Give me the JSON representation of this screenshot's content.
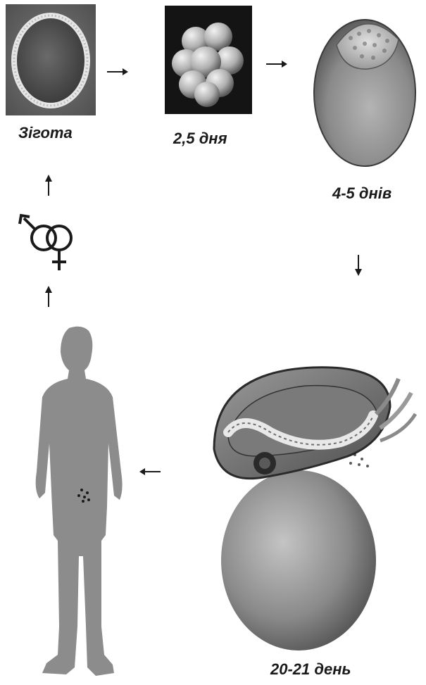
{
  "stages": [
    {
      "id": "zygote",
      "label": "Зігота"
    },
    {
      "id": "cleavage",
      "label": "2,5 дня"
    },
    {
      "id": "blastocyst",
      "label": "4-5 днів"
    },
    {
      "id": "embryo",
      "label": "20-21 день"
    }
  ],
  "symbols": {
    "male_female": "male-female-symbol"
  },
  "colors": {
    "ink": "#1a1a1a",
    "photo_dark": "#4a4a4a",
    "silhouette": "#8c8c8c"
  }
}
